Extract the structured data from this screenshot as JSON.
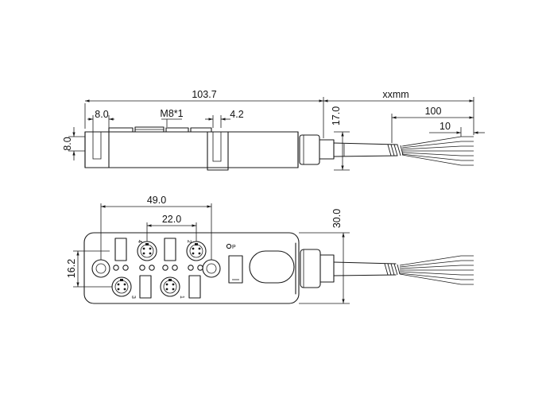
{
  "dimensions": {
    "overall_length": "103.7",
    "cable_length": "xxmm",
    "strip_length": "100",
    "wire_end_length": "10",
    "mount_hole_spacing": "8.0",
    "port_thread": "M8*1",
    "port_offset": "4.2",
    "side_height": "17.0",
    "base_thickness": "8.0",
    "port_spacing_wide": "49.0",
    "port_spacing_narrow": "22.0",
    "body_height": "30.0",
    "port_row_spacing": "16.2"
  },
  "port_labels": {
    "port_4": "4",
    "port_2": "2",
    "port_3": "3",
    "port_1": "1",
    "power_led": "P"
  },
  "colors": {
    "line": "#1a1a1a",
    "background": "#ffffff"
  }
}
